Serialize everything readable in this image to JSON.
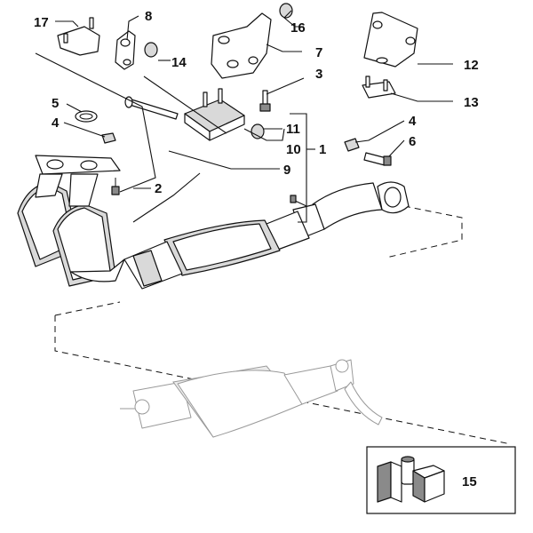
{
  "diagram": {
    "callouts": {
      "c1": "1",
      "c2": "2",
      "c3": "3",
      "c4a": "4",
      "c4b": "4",
      "c5": "5",
      "c6": "6",
      "c7": "7",
      "c8": "8",
      "c9": "9",
      "c10": "10",
      "c11": "11",
      "c12": "12",
      "c13": "13",
      "c14": "14",
      "c15": "15",
      "c16": "16",
      "c17": "17"
    },
    "kit_icon": "kit-box-icon"
  }
}
